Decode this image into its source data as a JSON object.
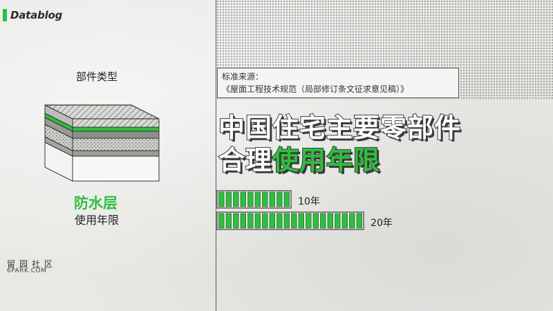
{
  "brand": {
    "name": "Datablog",
    "accent": "#2fbf3f"
  },
  "part_type_label": "部件类型",
  "component": {
    "name": "防水层",
    "subtitle": "使用年限"
  },
  "source": {
    "label": "标准来源：",
    "text": "《屋面工程技术规范（局部修订条文征求意见稿）》"
  },
  "title": {
    "line1": "中国住宅主要零部件",
    "line2_prefix": "合理",
    "line2_highlight": "使用年限"
  },
  "chart_data": {
    "type": "bar",
    "orientation": "horizontal",
    "categories": [
      "",
      ""
    ],
    "values": [
      10,
      20
    ],
    "value_labels": [
      "10年",
      "20年"
    ],
    "unit": "年",
    "segment_unit": 1,
    "color": "#2fbf3f"
  },
  "watermark": {
    "text": "留园社区",
    "domain": "6PARK.COM"
  }
}
